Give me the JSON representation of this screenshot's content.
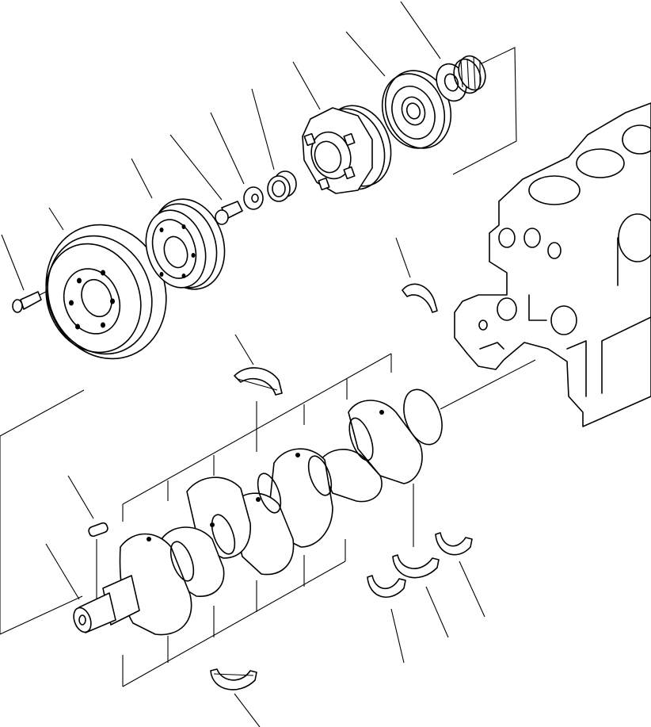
{
  "diagram": {
    "type": "exploded-parts-view",
    "background": "#ffffff",
    "line_color": "#000000",
    "callout_labels": [],
    "parts": [
      "crankshaft-pulley-bolt",
      "crankshaft-pulley",
      "vibration-damper",
      "center-bolt",
      "washer",
      "spacer-collar",
      "coupling-hub",
      "crankshaft-gear",
      "key-ring",
      "needle-bearing",
      "cylinder-block",
      "upper-thrust-bearing",
      "crankshaft",
      "crankshaft-key",
      "main-bearing-shells",
      "lower-thrust-bearings"
    ]
  }
}
